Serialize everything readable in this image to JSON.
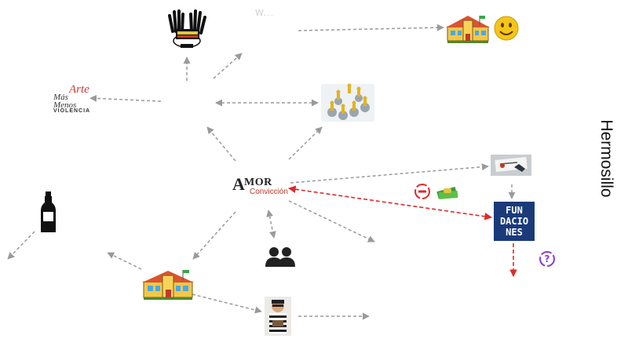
{
  "labels": {
    "city": "Hermosillo",
    "faint_text": "W...",
    "center_logo_big": "A",
    "center_logo_mor": "MOR",
    "center_logo_small": "Convicción",
    "fundaciones_line1": "FUN",
    "fundaciones_line2": "DACIO",
    "fundaciones_line3": "NES",
    "arte_line1": "Arte",
    "arte_line2": "Más",
    "arte_line3": "Menos",
    "arte_line4": "VIOLENCIA"
  },
  "icons": {
    "adolescencia": "hands-logo-icon",
    "school_top": "school-building-icon",
    "smiley": "smiley-face-icon",
    "network": "network-people-icon",
    "photo": "hand-writing-photo-icon",
    "minus": "minus-circle-icon",
    "money": "money-bills-icon",
    "question": "question-circle-icon",
    "bottle": "bottle-icon",
    "people": "people-group-icon",
    "school_bottom": "school-building-icon",
    "prisoner": "prisoner-icon"
  },
  "colors": {
    "arrow_gray": "#9a9a9a",
    "arrow_red": "#e02a2a",
    "fundaciones_bg": "#1a3a7a"
  }
}
